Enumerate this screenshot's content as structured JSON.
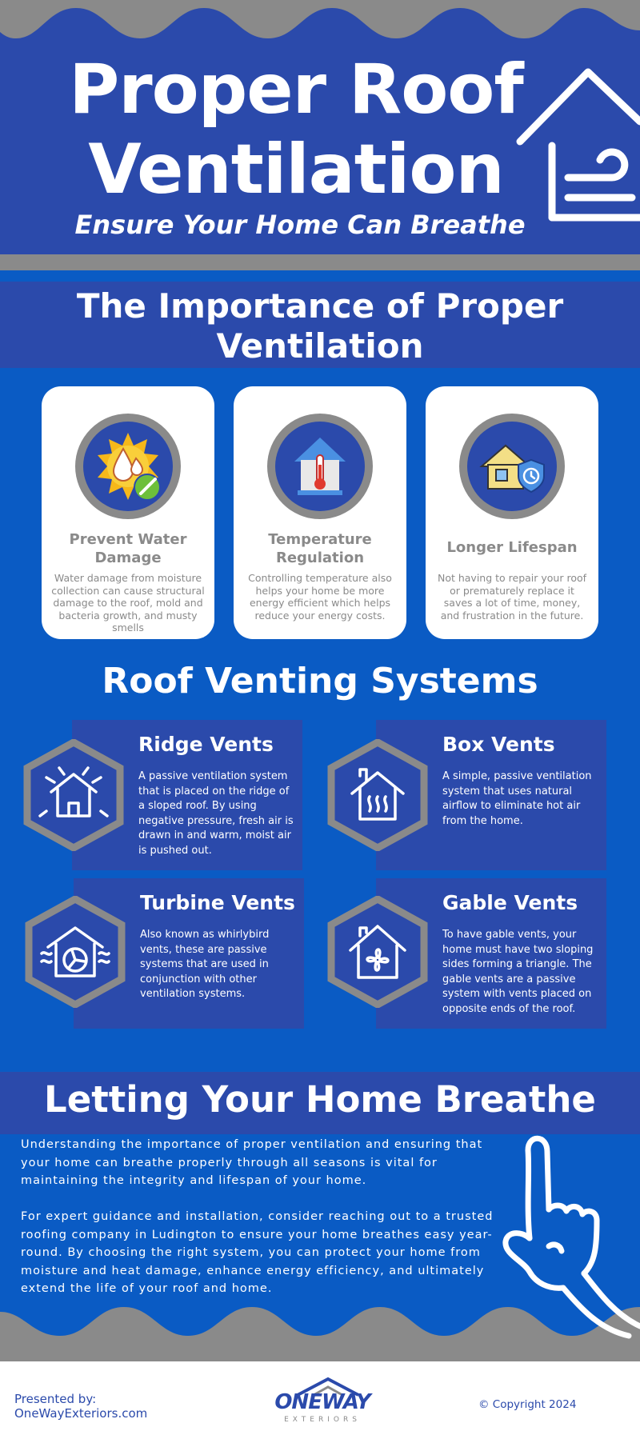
{
  "hero": {
    "title_line1": "Proper Roof",
    "title_line2": "Ventilation",
    "subtitle": "Ensure Your Home Can Breathe"
  },
  "importance": {
    "heading_line1": "The Importance of Proper",
    "heading_line2": "Ventilation",
    "cards": [
      {
        "icon": "water-drop-sun-icon",
        "title": "Prevent Water Damage",
        "body": "Water damage from moisture collection can cause structural damage to the roof, mold and bacteria growth, and musty smells"
      },
      {
        "icon": "thermometer-house-icon",
        "title": "Temperature Regulation",
        "body": "Controlling temperature also helps your home be more energy efficient which helps reduce your energy costs."
      },
      {
        "icon": "house-clock-shield-icon",
        "title": "Longer Lifespan",
        "body": "Not having to repair your roof or prematurely replace it saves a lot of time, money, and frustration in the future."
      }
    ]
  },
  "venting": {
    "heading": "Roof Venting Systems",
    "items": [
      {
        "icon": "ridge-vent-house-icon",
        "title": "Ridge Vents",
        "body": "A passive ventilation system that is placed on the ridge of a sloped roof. By using negative pressure, fresh air is drawn in and warm, moist air is pushed out."
      },
      {
        "icon": "box-vent-house-icon",
        "title": "Box Vents",
        "body": "A simple, passive ventilation system that uses natural airflow to eliminate hot air from the home."
      },
      {
        "icon": "turbine-fan-house-icon",
        "title": "Turbine Vents",
        "body": "Also known as whirlybird vents, these are passive systems that are used in conjunction with other ventilation systems."
      },
      {
        "icon": "gable-fan-house-icon",
        "title": "Gable Vents",
        "body": "To have gable vents, your home must have two sloping sides forming a triangle. The gable vents are a passive system with vents placed on opposite ends of the roof."
      }
    ]
  },
  "breathe": {
    "heading": "Letting Your Home Breathe",
    "paragraph1": "Understanding the importance of proper ventilation and ensuring that your home can breathe properly through all seasons is vital for maintaining the integrity and lifespan of your home.",
    "paragraph2": "For expert guidance and installation, consider reaching out to a trusted roofing company in Ludington to ensure your home breathes easy year-round. By choosing the right system, you can protect your home from moisture and heat damage, enhance energy efficiency, and ultimately extend the life of your roof and home."
  },
  "footer": {
    "presented_by": "Presented by:",
    "website": "OneWayExteriors.com",
    "logo_main": "ONEWAY",
    "logo_sub": "EXTERIORS",
    "copyright": "© Copyright 2024"
  },
  "colors": {
    "dark_blue": "#2b4aab",
    "bright_blue": "#0a5bc4",
    "gray": "#8a8a8a",
    "white": "#ffffff"
  }
}
